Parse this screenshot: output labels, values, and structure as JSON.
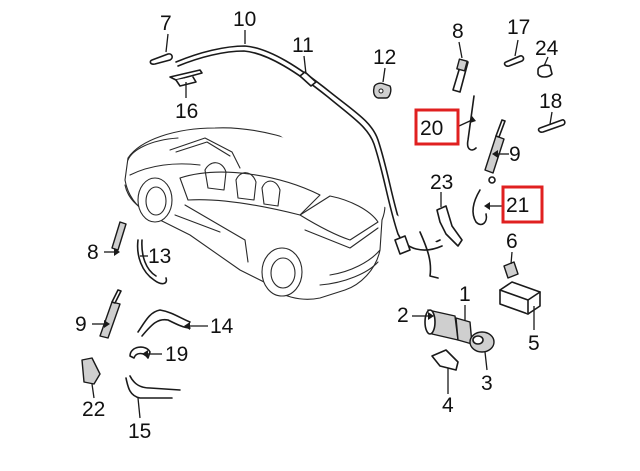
{
  "diagram": {
    "title": "Convertible top hydraulic components",
    "highlight_color": "#e02020",
    "callouts": [
      {
        "id": "c1",
        "text": "1"
      },
      {
        "id": "c2",
        "text": "2"
      },
      {
        "id": "c3",
        "text": "3"
      },
      {
        "id": "c4",
        "text": "4"
      },
      {
        "id": "c5",
        "text": "5"
      },
      {
        "id": "c6",
        "text": "6"
      },
      {
        "id": "c7",
        "text": "7"
      },
      {
        "id": "c8a",
        "text": "8"
      },
      {
        "id": "c8b",
        "text": "8"
      },
      {
        "id": "c9a",
        "text": "9"
      },
      {
        "id": "c9b",
        "text": "9"
      },
      {
        "id": "c10",
        "text": "10"
      },
      {
        "id": "c11",
        "text": "11"
      },
      {
        "id": "c12",
        "text": "12"
      },
      {
        "id": "c13",
        "text": "13"
      },
      {
        "id": "c14",
        "text": "14"
      },
      {
        "id": "c15",
        "text": "15"
      },
      {
        "id": "c16",
        "text": "16"
      },
      {
        "id": "c17",
        "text": "17"
      },
      {
        "id": "c18",
        "text": "18"
      },
      {
        "id": "c19",
        "text": "19"
      },
      {
        "id": "c20",
        "text": "20"
      },
      {
        "id": "c21",
        "text": "21"
      },
      {
        "id": "c22",
        "text": "22"
      },
      {
        "id": "c23",
        "text": "23"
      },
      {
        "id": "c24",
        "text": "24"
      }
    ]
  }
}
